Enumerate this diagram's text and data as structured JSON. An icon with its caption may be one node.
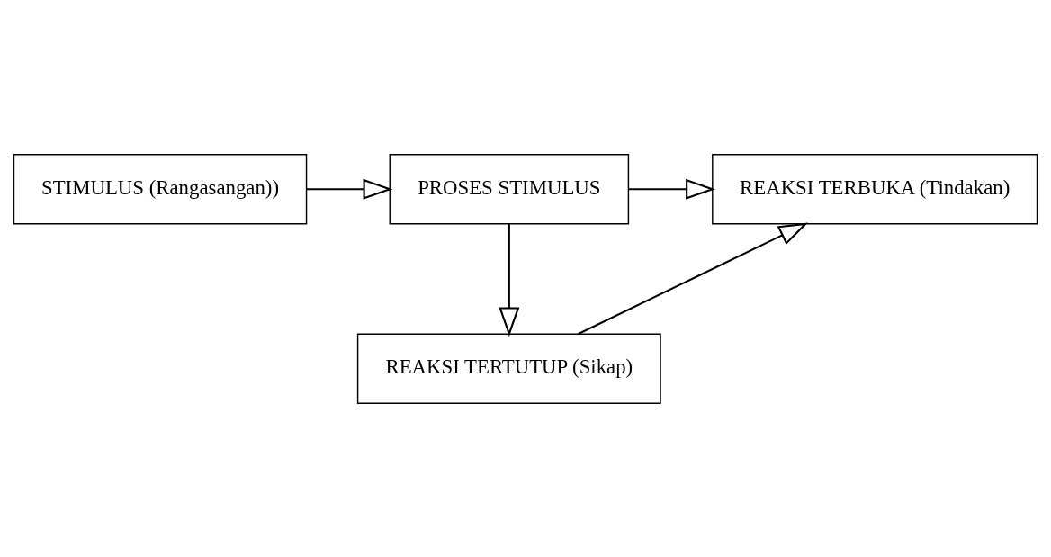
{
  "diagram": {
    "nodes": [
      {
        "text": [
          "STIMULUS (Rangasangan))"
        ]
      },
      {
        "text": [
          "PROSES STIMULUS"
        ]
      },
      {
        "text": [
          "REAKSI TERBUKA (Tindakan)"
        ]
      },
      {
        "text": [
          "REAKSI TERTUTUP (Sikap)"
        ]
      }
    ],
    "edges": [
      {
        "from": 0,
        "to": 1,
        "arrow": "to"
      },
      {
        "from": 1,
        "to": 2,
        "arrow": "to"
      },
      {
        "from": 1,
        "to": 3,
        "arrow": "to"
      },
      {
        "from": 3,
        "to": 2,
        "arrow": "to"
      }
    ]
  }
}
